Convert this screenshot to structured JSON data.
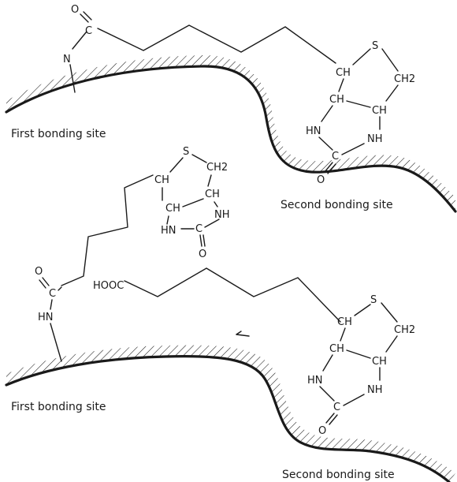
{
  "atoms": {
    "o": "O",
    "n": "N",
    "s": "S",
    "ch": "CH",
    "ch2": "CH2",
    "hn": "HN",
    "nh": "NH",
    "c": "C",
    "hooc": "HOOC"
  },
  "labels": {
    "first_site_top": "First bonding site",
    "second_site_top": "Second bonding site",
    "first_site_bottom": "First bonding site",
    "second_site_bottom": "Second bonding site"
  },
  "colors": {
    "ink": "#1a1a1a",
    "background": "#ffffff"
  }
}
